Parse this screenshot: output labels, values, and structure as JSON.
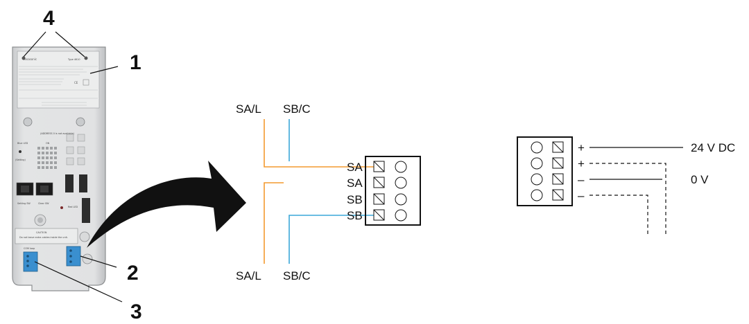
{
  "callouts": {
    "n1": "1",
    "n2": "2",
    "n3": "3",
    "n4": "4"
  },
  "device": {
    "brand": "Panasonic",
    "type": "Type 4610",
    "caution_title": "CAUTION",
    "caution_text": "Do not leave extra cables inside the unit.",
    "blue_led": "Blue LED",
    "setting": "(Setting)",
    "address_note": "(ADDRESS 0 is not available)",
    "on_text": "ON",
    "setting_sw": "Setting SW",
    "clear_sw": "Clear SW",
    "red_led": "Red LED",
    "com_loop": "COM loop"
  },
  "wiring_middle": {
    "top_left": "SA/L",
    "top_right": "SB/C",
    "bottom_left": "SA/L",
    "bottom_right": "SB/C",
    "terminals": [
      "SA",
      "SA",
      "SB",
      "SB"
    ]
  },
  "wiring_right": {
    "signs": [
      "+",
      "+",
      "–",
      "–"
    ],
    "label_24v": "24 V DC",
    "label_0v": "0 V"
  },
  "colors": {
    "orange_wire": "#f39a2e",
    "blue_wire": "#3aa7d8"
  }
}
